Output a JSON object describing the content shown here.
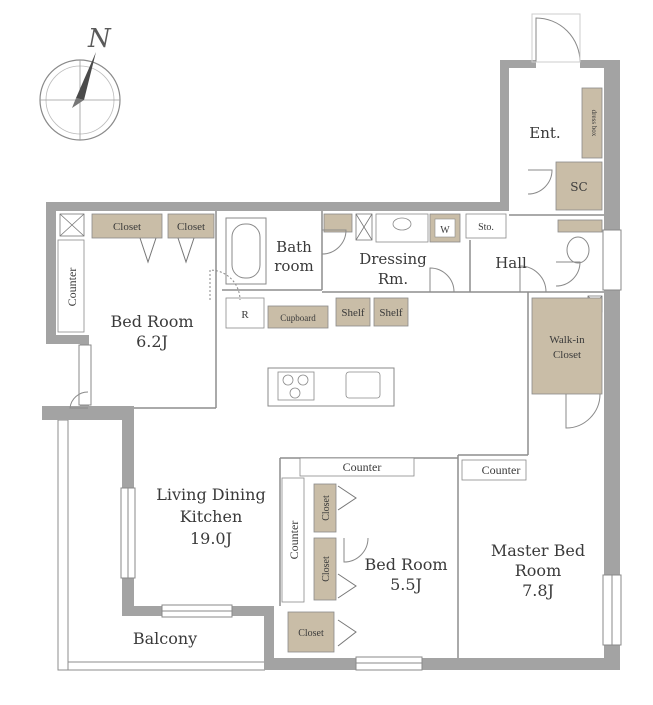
{
  "compass": {
    "north_label": "N"
  },
  "rooms": {
    "entrance": "Ent.",
    "shoe_cabinet": "SC",
    "bathroom_line1": "Bath",
    "bathroom_line2": "room",
    "dressing_line1": "Dressing",
    "dressing_line2": "Rm.",
    "hall": "Hall",
    "bedroom1_line1": "Bed Room",
    "bedroom1_line2": "6.2J",
    "ldk_line1": "Living Dining",
    "ldk_line2": "Kitchen",
    "ldk_line3": "19.0J",
    "bedroom2_line1": "Bed Room",
    "bedroom2_line2": "5.5J",
    "master_line1": "Master Bed",
    "master_line2": "Room",
    "master_line3": "7.8J",
    "balcony": "Balcony"
  },
  "fixtures": {
    "closet_a": "Closet",
    "closet_b": "Closet",
    "sto": "Sto.",
    "washer": "W",
    "dress_box": "dress box",
    "counter_west": "Counter",
    "refrigerator": "R",
    "cupboard": "Cupboard",
    "shelf_a": "Shelf",
    "shelf_b": "Shelf",
    "walkin_line1": "Walk-in",
    "walkin_line2": "Closet",
    "counter_middle": "Counter",
    "counter_master": "Counter",
    "counter_vertical": "Counter",
    "closet_v1": "Closet",
    "closet_v2": "Closet",
    "closet_bottom": "Closet"
  },
  "colors": {
    "wall": "#a3a3a3",
    "fixture_fill": "#c9bda7",
    "line": "#7a7a7a",
    "floor": "#ffffff"
  }
}
